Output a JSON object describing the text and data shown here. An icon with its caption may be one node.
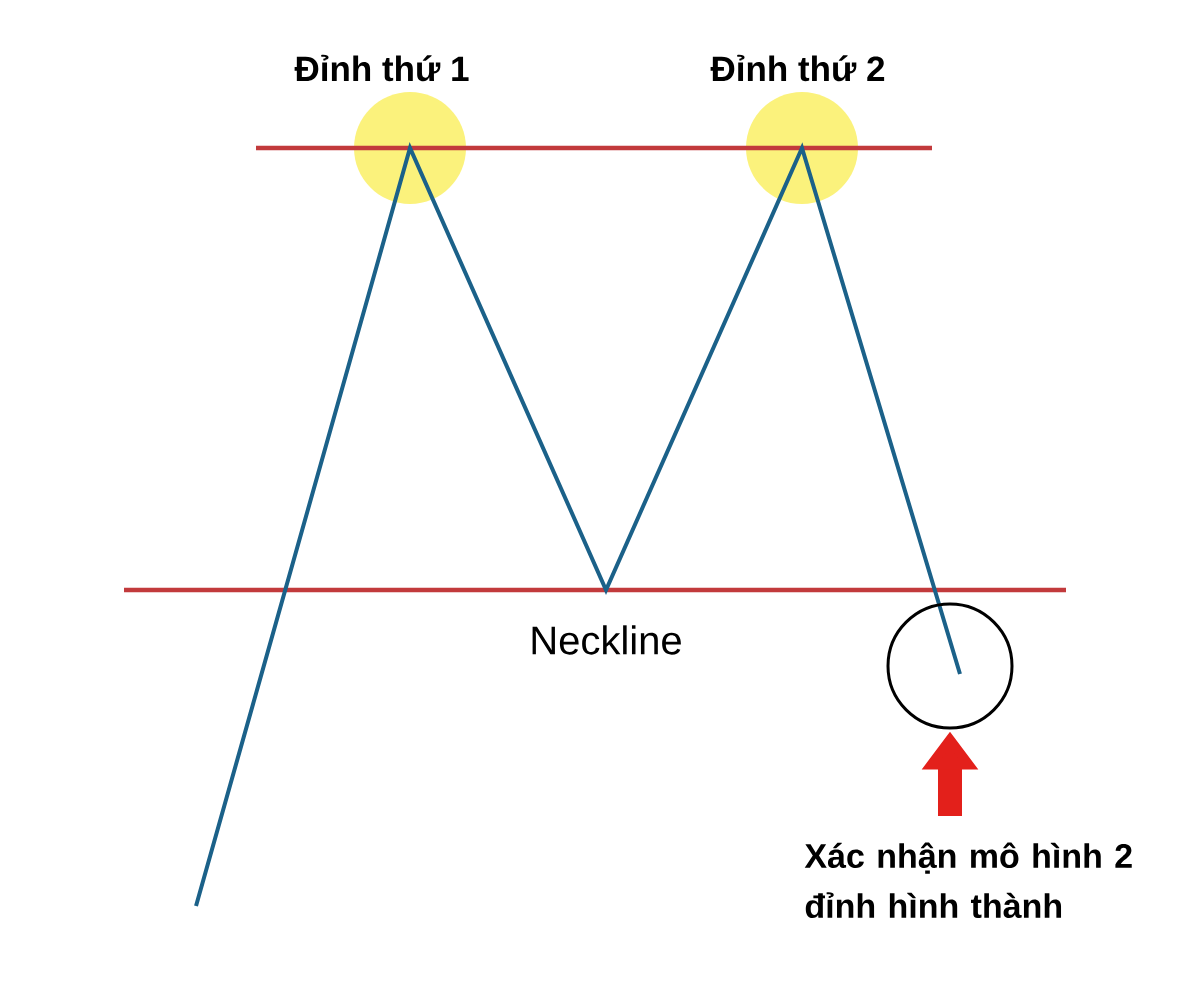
{
  "diagram": {
    "nodes": [
      {
        "text": [
          "Đỉnh thứ 1"
        ]
      },
      {
        "text": [
          "Đỉnh thứ 2"
        ]
      },
      {
        "text": [],
        "shape": "circle"
      },
      {
        "text": [
          "Xác nhận mô hình 2 đỉnh hình thành"
        ]
      }
    ],
    "edges": [
      {
        "from": 3,
        "to": 2,
        "arrow": "to",
        "color": "#e3201b"
      }
    ],
    "labels": [
      "Neckline"
    ]
  }
}
